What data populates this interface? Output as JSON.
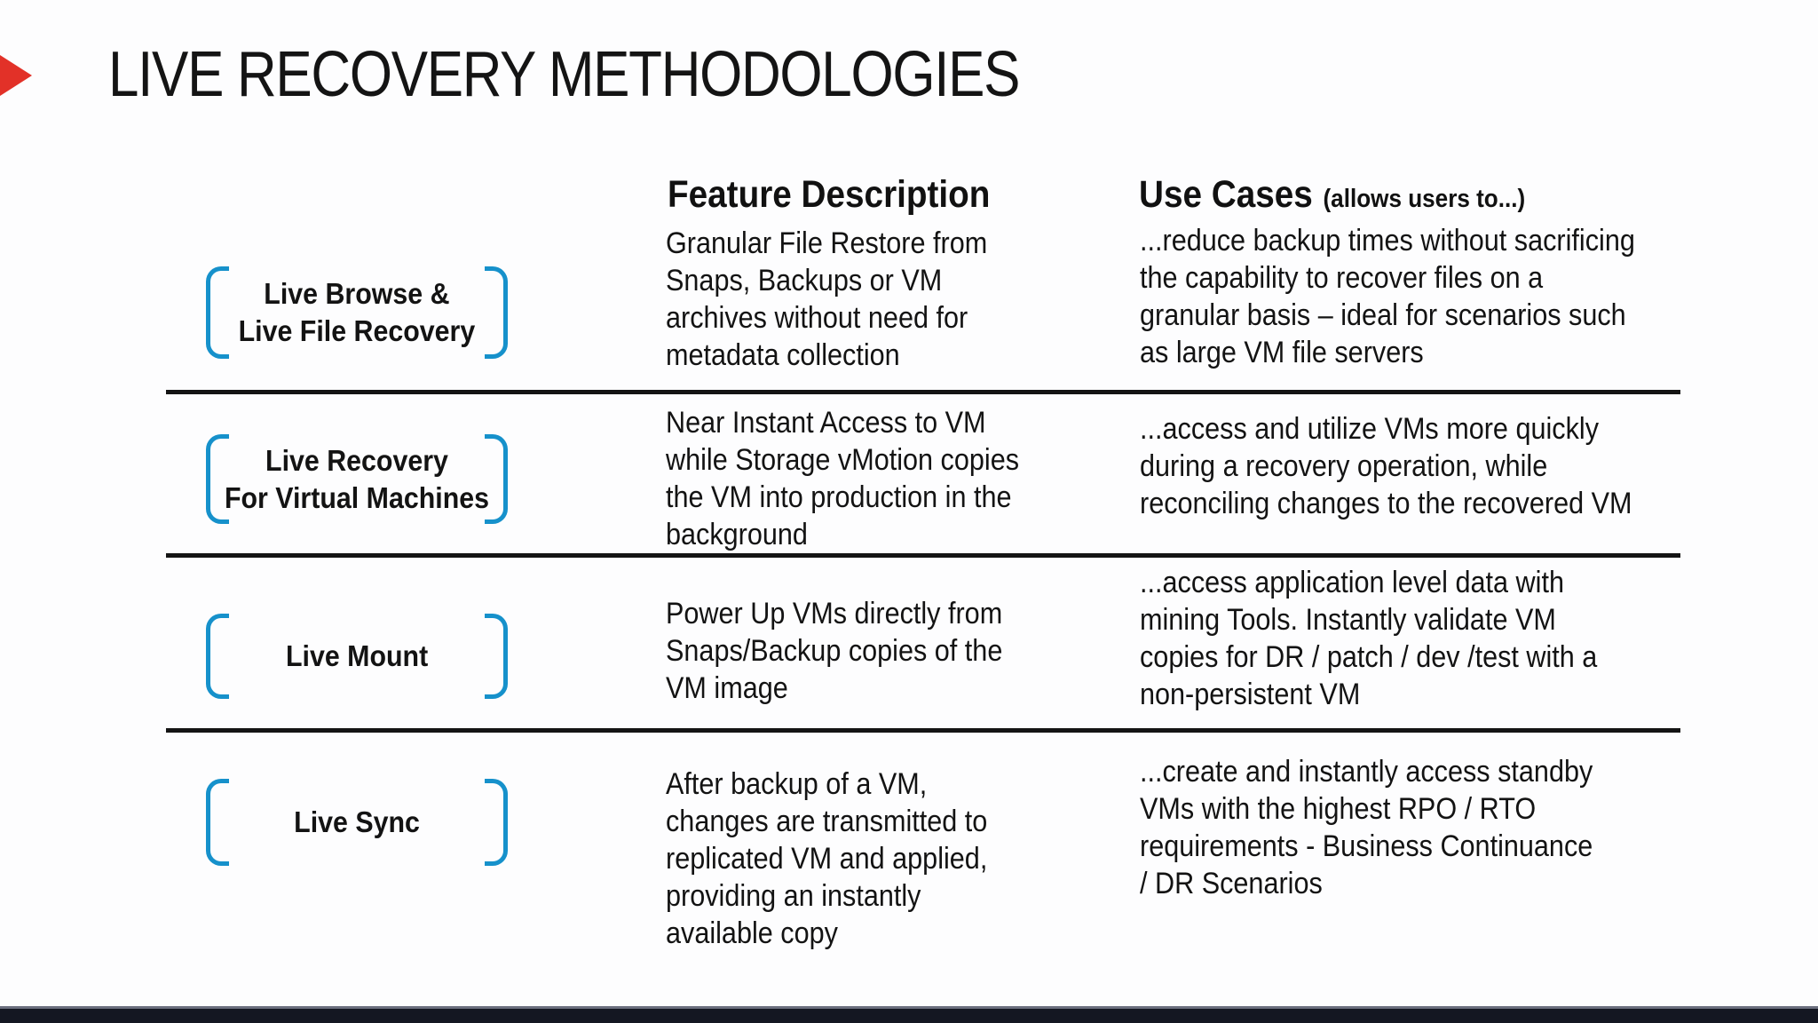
{
  "slide": {
    "title": "LIVE RECOVERY METHODOLOGIES",
    "columns": {
      "feature_header": "Feature Description",
      "use_header": "Use Cases",
      "use_header_note": "(allows users to...)"
    },
    "rows": [
      {
        "label": "Live Browse &\nLive File Recovery",
        "feature": "Granular File Restore from\nSnaps, Backups or VM\narchives without need for\nmetadata collection",
        "use_case": "...reduce backup times without sacrificing\nthe capability to recover files on a\ngranular basis – ideal for scenarios such\nas large VM file servers"
      },
      {
        "label": "Live Recovery\nFor Virtual Machines",
        "feature": "Near Instant Access to VM\nwhile Storage vMotion copies\nthe VM into production in the\nbackground",
        "use_case": "...access and utilize VMs more quickly\nduring a recovery operation, while\nreconciling changes to the recovered VM"
      },
      {
        "label": "Live Mount",
        "feature": "Power Up VMs directly from\nSnaps/Backup copies of the\nVM image",
        "use_case": "...access application level data with\nmining Tools. Instantly validate VM\ncopies for DR / patch / dev /test with a\nnon-persistent VM"
      },
      {
        "label": "Live Sync",
        "feature": "After backup of a VM,\nchanges are transmitted to\nreplicated VM and applied,\nproviding an instantly\navailable copy",
        "use_case": "...create and instantly access standby\nVMs with the highest RPO / RTO\nrequirements - Business Continuance\n/ DR Scenarios"
      }
    ],
    "colors": {
      "accent_red": "#e23128",
      "bracket_blue": "#1691cb",
      "divider_black": "#141414",
      "footer_navy": "#141722"
    }
  }
}
